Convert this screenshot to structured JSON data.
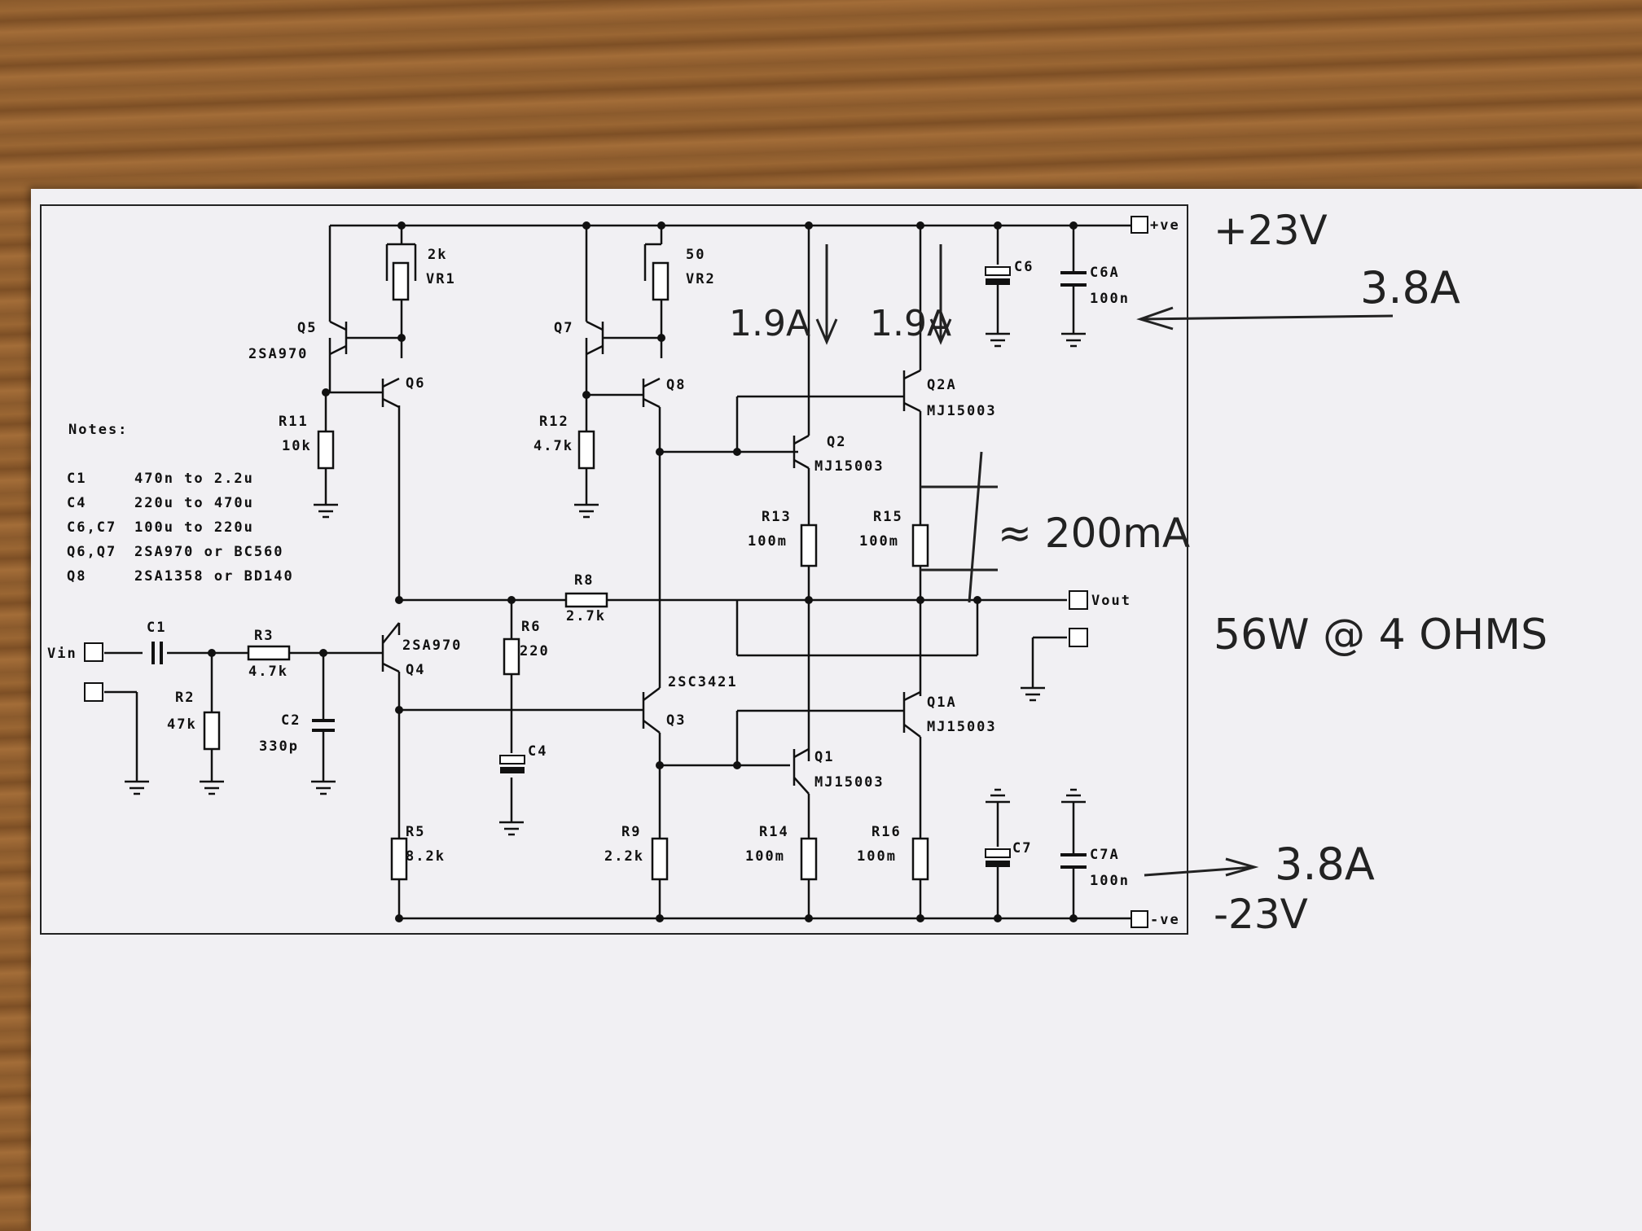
{
  "labels": {
    "q5": "Q5",
    "q5_part": "2SA970",
    "q6": "Q6",
    "vr1_val": "2k",
    "vr1": "VR1",
    "r11": "R11",
    "r11_val": "10k",
    "q7": "Q7",
    "q8": "Q8",
    "vr2_val": "50",
    "vr2": "VR2",
    "r12": "R12",
    "r12_val": "4.7k",
    "c6": "C6",
    "c6a": "C6A",
    "c6a_val": "100n",
    "q2a": "Q2A",
    "q2a_part": "MJ15003",
    "q2": "Q2",
    "q2_part": "MJ15003",
    "r13": "R13",
    "r13_val": "100m",
    "r15": "R15",
    "r15_val": "100m",
    "vout": "Vout",
    "vin": "Vin",
    "c1": "C1",
    "r3": "R3",
    "r3_val": "4.7k",
    "r2": "R2",
    "r2_val": "47k",
    "c2": "C2",
    "c2_val": "330p",
    "q4_part": "2SA970",
    "q4": "Q4",
    "r8": "R8",
    "r8_val": "2.7k",
    "r6": "R6",
    "r6_val": "220",
    "c4": "C4",
    "q3_part": "2SC3421",
    "q3": "Q3",
    "q1a": "Q1A",
    "q1a_part": "MJ15003",
    "q1": "Q1",
    "q1_part": "MJ15003",
    "r5": "R5",
    "r5_val": "8.2k",
    "r9": "R9",
    "r9_val": "2.2k",
    "r14": "R14",
    "r14_val": "100m",
    "r16": "R16",
    "r16_val": "100m",
    "c7": "C7",
    "c7a": "C7A",
    "c7a_val": "100n",
    "plus_ve": "+ve",
    "minus_ve": "-ve"
  },
  "notes": {
    "title": "Notes:",
    "rows": [
      {
        "part": "C1",
        "value": "470n to 2.2u"
      },
      {
        "part": "C4",
        "value": "220u to 470u"
      },
      {
        "part": "C6,C7",
        "value": "100u to 220u"
      },
      {
        "part": "Q6,Q7",
        "value": "2SA970 or BC560"
      },
      {
        "part": "Q8",
        "value": "2SA1358 or BD140"
      }
    ]
  },
  "handwritten": {
    "plus_voltage": "+23V",
    "minus_voltage": "-23V",
    "top_current": "3.8A",
    "bottom_current": "3.8A",
    "q2_current": "1.9A",
    "q2a_current": "1.9A",
    "bias_current": "≈ 200mA",
    "power_rating": "56W @ 4 OHMS"
  }
}
